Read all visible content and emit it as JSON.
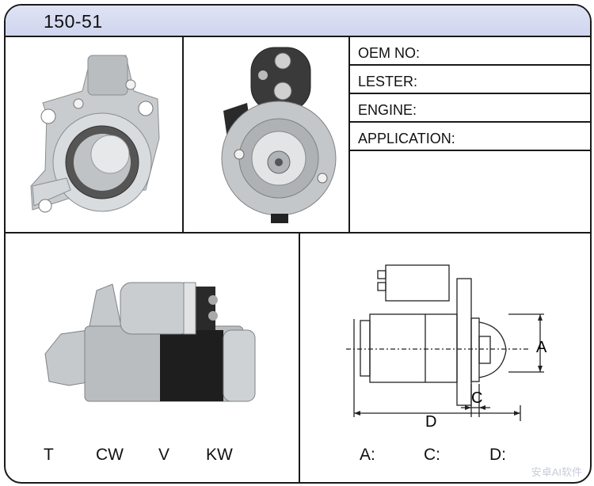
{
  "header": {
    "part_number": "150-51"
  },
  "info_fields": [
    {
      "label": "OEM NO:"
    },
    {
      "label": "LESTER:"
    },
    {
      "label": "ENGINE:"
    },
    {
      "label": "APPLICATION:"
    }
  ],
  "specs": [
    {
      "label": "T"
    },
    {
      "label": "CW"
    },
    {
      "label": "V"
    },
    {
      "label": "KW"
    },
    {
      "label": "A:"
    },
    {
      "label": "C:"
    },
    {
      "label": "D:"
    }
  ],
  "diagram": {
    "dimension_a": "A",
    "dimension_c": "C",
    "dimension_d": "D"
  },
  "watermark": "安卓AI软件"
}
